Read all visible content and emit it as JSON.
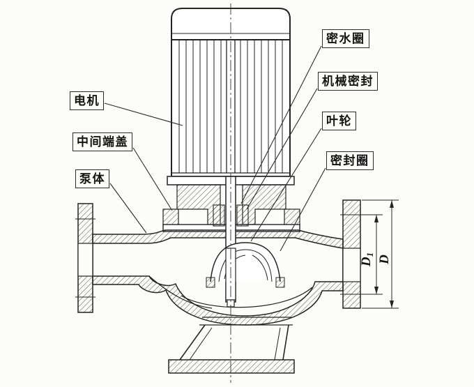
{
  "labels": {
    "motor": "电机",
    "middle_cover": "中间端盖",
    "pump_body": "泵体",
    "water_seal_ring": "密水圈",
    "mechanical_seal": "机械密封",
    "impeller": "叶轮",
    "seal_ring": "密封圈"
  },
  "dimensions": {
    "d1_main": "D",
    "d1_sub": "1",
    "d_main": "D"
  },
  "colors": {
    "line": "#232323",
    "background": "#fcfcf9"
  }
}
